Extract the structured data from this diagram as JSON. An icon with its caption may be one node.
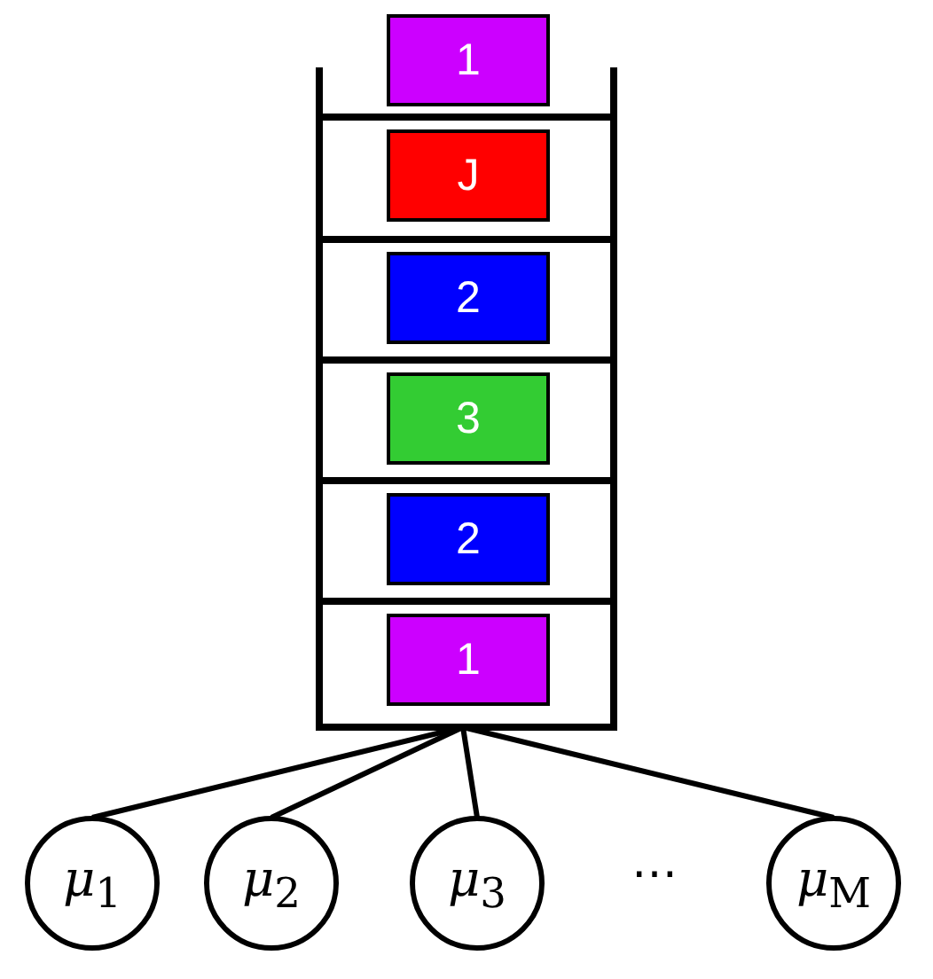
{
  "diagram": {
    "nodes": [
      {
        "text": [],
        "shape": "box"
      },
      {
        "text": [
          "1"
        ]
      },
      {
        "text": [
          "J"
        ],
        "in": 0
      },
      {
        "text": [
          "2"
        ],
        "in": 0
      },
      {
        "text": [
          "3"
        ],
        "in": 0
      },
      {
        "text": [
          "2"
        ],
        "in": 0
      },
      {
        "text": [
          "1"
        ],
        "in": 0
      },
      {
        "text": [
          "*μ*$_{1}$"
        ]
      },
      {
        "text": [
          "*μ*$_{2}$"
        ]
      },
      {
        "text": [
          "*μ*$_{3}$"
        ]
      },
      {
        "text": [
          "*μ*$_{M}$"
        ]
      }
    ],
    "edges": [
      {
        "from": 0,
        "to": 7,
        "arrow": "none"
      },
      {
        "from": 0,
        "to": 8,
        "arrow": "none"
      },
      {
        "from": 0,
        "to": 9,
        "arrow": "none"
      },
      {
        "from": 0,
        "to": 10,
        "arrow": "none"
      }
    ],
    "labels": [
      "⋯"
    ]
  }
}
